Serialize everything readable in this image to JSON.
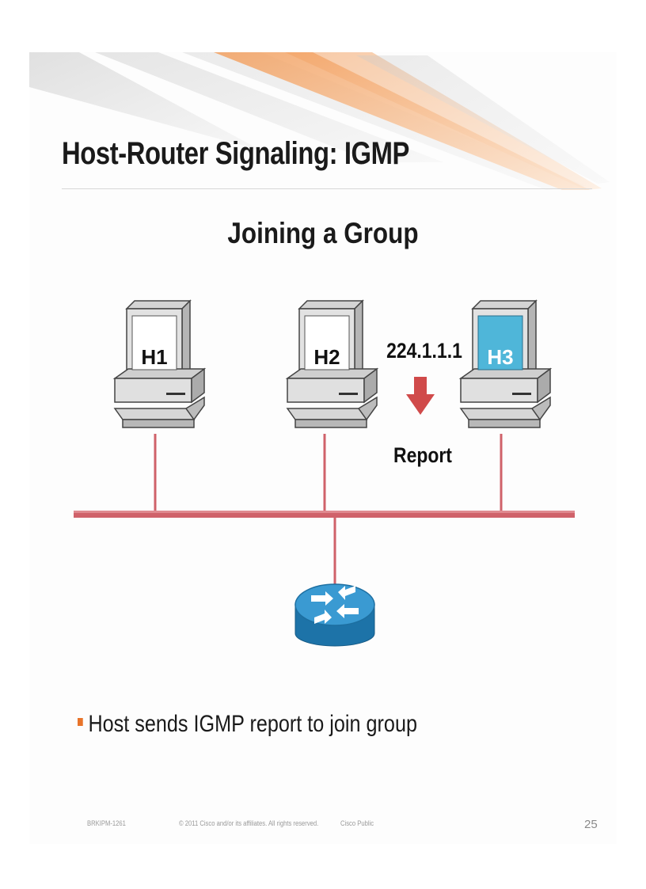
{
  "slide": {
    "title": "Host-Router Signaling: IGMP",
    "subtitle": "Joining a Group",
    "bullet": "Host sends IGMP report to join group"
  },
  "diagram": {
    "hosts": [
      {
        "label": "H1",
        "active": false
      },
      {
        "label": "H2",
        "active": false
      },
      {
        "label": "H3",
        "active": true
      }
    ],
    "group_address": "224.1.1.1",
    "message": "Report",
    "router_icon": "router-icon",
    "colors": {
      "segment": "#d0626a",
      "arrow": "#d04a4a",
      "active_screen": "#4fb6d9",
      "router": "#2f8fc6",
      "accent": "#e8742a"
    }
  },
  "footer": {
    "session_id": "BRKIPM-1261",
    "copyright": "© 2011 Cisco and/or its affiliates. All rights reserved.",
    "classification": "Cisco Public",
    "page_number": "25"
  }
}
